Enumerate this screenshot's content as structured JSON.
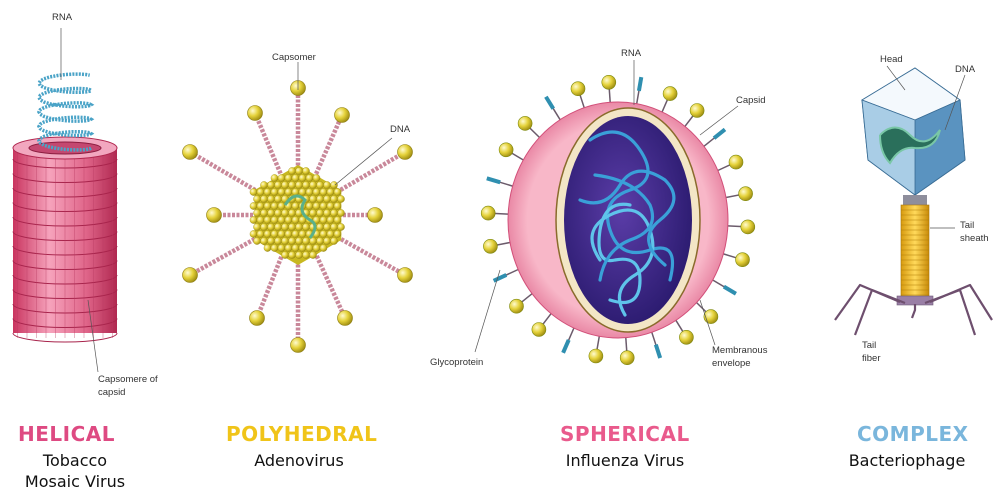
{
  "colors": {
    "helical": "#de4a82",
    "polyhedral": "#f0c419",
    "spherical": "#e95a8c",
    "complex": "#7ab6dc"
  },
  "panels": [
    {
      "key": "helical",
      "title": "HELICAL",
      "line1": "Tobacco",
      "line2": "Mosaic Virus",
      "labels": {
        "rna": "RNA",
        "capsomere": "Capsomere of",
        "capsomere2": "capsid"
      }
    },
    {
      "key": "polyhedral",
      "title": "POLYHEDRAL",
      "line1": "Adenovirus",
      "labels": {
        "capsomer": "Capsomer",
        "dna": "DNA"
      }
    },
    {
      "key": "spherical",
      "title": "SPHERICAL",
      "line1": "Influenza Virus",
      "labels": {
        "rna": "RNA",
        "capsid": "Capsid",
        "glycoprotein": "Glycoprotein",
        "envelope1": "Membranous",
        "envelope2": "envelope"
      }
    },
    {
      "key": "complex",
      "title": "COMPLEX",
      "line1": "Bacteriophage",
      "labels": {
        "head": "Head",
        "dna": "DNA",
        "sheath1": "Tail",
        "sheath2": "sheath",
        "fiber1": "Tail",
        "fiber2": "fiber"
      }
    }
  ]
}
